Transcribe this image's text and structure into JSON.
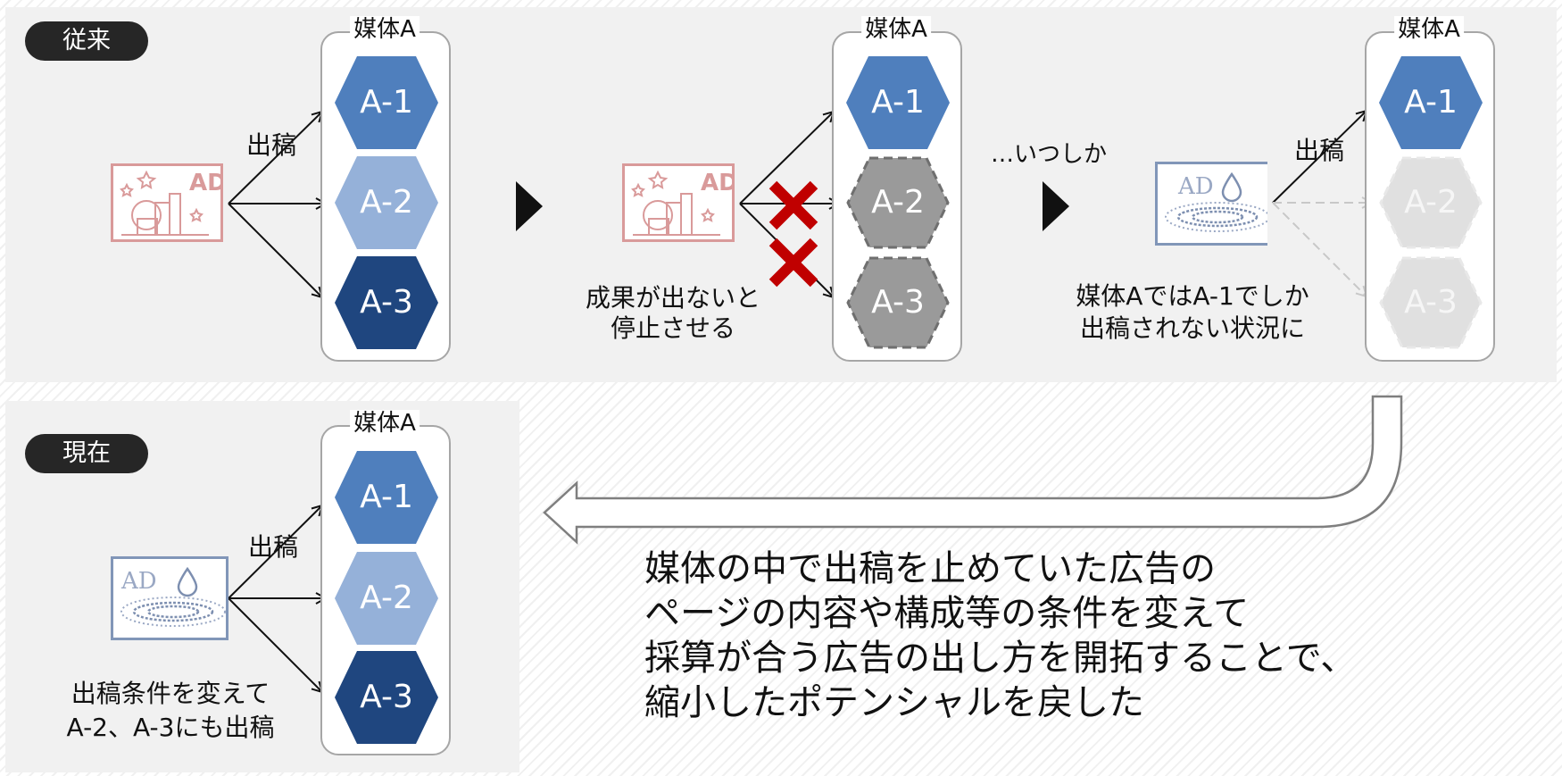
{
  "sections": {
    "before": {
      "label": "従来"
    },
    "now": {
      "label": "現在"
    }
  },
  "media": {
    "title": "媒体A",
    "placements": [
      "A-1",
      "A-2",
      "A-3"
    ]
  },
  "labels": {
    "submit": "出稿",
    "stop_note": [
      "成果が出ないと",
      "停止させる"
    ],
    "eventually": "…いつしか",
    "only_a1": [
      "媒体AではA-1でしか",
      "出稿されない状況に"
    ],
    "now_note": [
      "出稿条件を変えて",
      "A-2、A-3にも出稿"
    ]
  },
  "ad_icons": {
    "old_creative": {
      "text": "AD",
      "icon": "ad-creative-building-icon",
      "color": "#d99a9a"
    },
    "new_creative": {
      "text": "AD",
      "icon": "ad-creative-water-drop-icon",
      "color": "#8196b8"
    }
  },
  "summary": [
    "媒体の中で出稿を止めていた広告の",
    "ページの内容や構成等の条件を変えて",
    "採算が合う広告の出し方を開拓することで、",
    "縮小したポテンシャルを戻した"
  ],
  "colors": {
    "a1": "#4f7fbd",
    "a2": "#95b1d9",
    "a3": "#1f467f",
    "stopped": "#9a9a9a",
    "faded": "#e0e0e0",
    "cross": "#c00000"
  }
}
